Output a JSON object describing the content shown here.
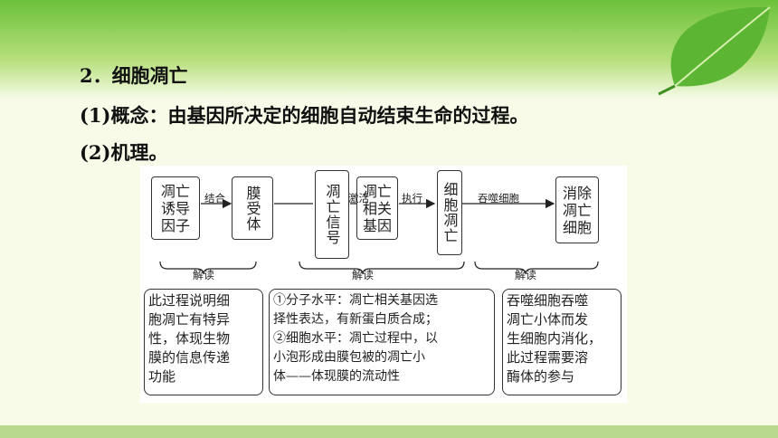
{
  "section_title": "2．细胞凋亡",
  "line_concept": "(1)概念：由基因所决定的细胞自动结束生命的过程。",
  "line_mechanism": "(2)机理。",
  "flow": {
    "nodes": [
      {
        "id": "inducer",
        "text": "凋亡\n诱导\n因子"
      },
      {
        "id": "receptor",
        "text": "膜受体"
      },
      {
        "id": "signal",
        "text": "凋亡信号"
      },
      {
        "id": "genes",
        "text": "凋亡\n相关\n基因"
      },
      {
        "id": "apoptosis",
        "text": "细胞凋亡"
      },
      {
        "id": "clearance",
        "text": "消除\n凋亡\n细胞"
      }
    ],
    "edges": [
      {
        "from": "inducer",
        "to": "receptor",
        "label": "结合"
      },
      {
        "from": "signal",
        "to": "genes",
        "label": "激活"
      },
      {
        "from": "genes",
        "to": "apoptosis",
        "label": "执行"
      },
      {
        "from": "apoptosis",
        "to": "clearance",
        "label": "吞噬细胞"
      }
    ],
    "interpret_label": "解读",
    "explanations": [
      [
        "此过程说明细",
        "胞凋亡有特异",
        "性，体现生物",
        "膜的信息传递",
        "功能"
      ],
      [
        "①分子水平：凋亡相关基因选",
        "择性表达，有新蛋白质合成；",
        "②细胞水平：凋亡过程中，以",
        "小泡形成由膜包被的凋亡小",
        "体——体现膜的流动性"
      ],
      [
        "吞噬细胞吞噬",
        "凋亡小体而发",
        "生细胞内消化，",
        "此过程需要溶",
        "酶体的参与"
      ]
    ]
  },
  "colors": {
    "banner": "#6cc13a",
    "leaf": "#5cb533",
    "background": "#f7fbe8"
  }
}
